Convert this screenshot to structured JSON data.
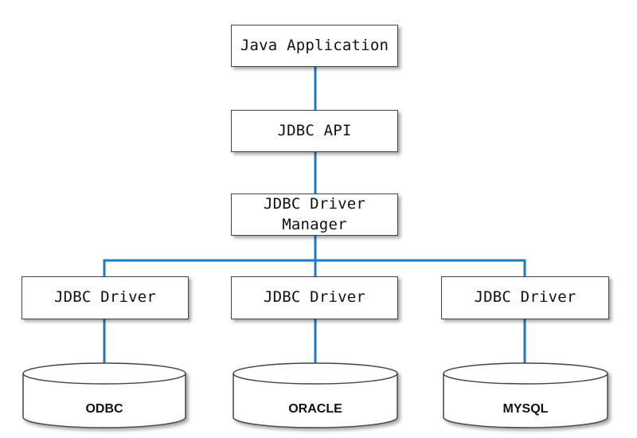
{
  "nodes": {
    "java_application": "Java Application",
    "jdbc_api": "JDBC API",
    "driver_manager": "JDBC Driver\nManager",
    "drivers": [
      "JDBC Driver",
      "JDBC Driver",
      "JDBC Driver"
    ]
  },
  "databases": [
    "ODBC",
    "ORACLE",
    "MYSQL"
  ],
  "colors": {
    "connector": "#1f7ac4",
    "box_border": "#444444"
  }
}
